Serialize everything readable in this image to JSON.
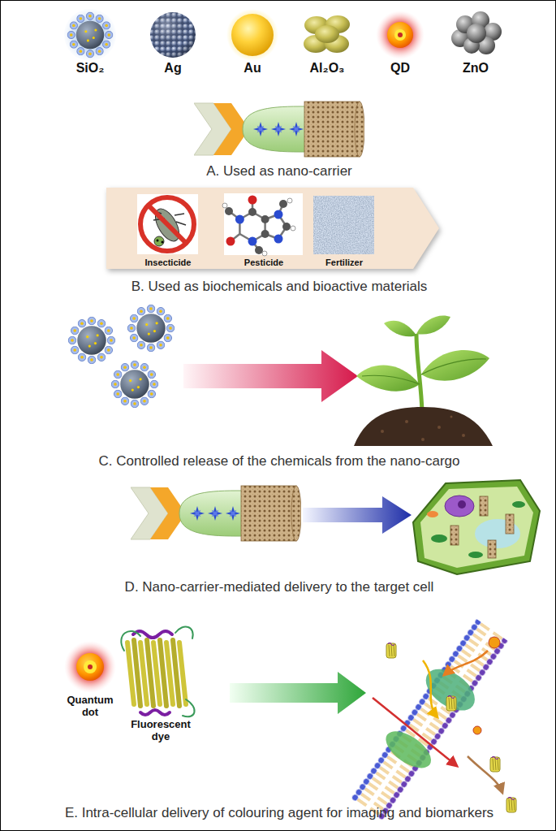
{
  "diagram": {
    "nodes": [
      {
        "text": [
          "B. Used as biochemicals and bioactive materials"
        ]
      },
      {
        "text": [
          "Insecticide"
        ],
        "in": 0
      },
      {
        "text": [
          "Pesticide"
        ],
        "in": 0
      },
      {
        "text": [
          "Fertilizer"
        ],
        "in": 0
      }
    ],
    "labels": [
      "SiO₂",
      "Ag",
      "Au",
      "Al₂O₃",
      "QD",
      "ZnO",
      "A. Used as nano-carrier",
      "C. Controlled release of the chemicals from the nano-cargo",
      "D. Nano-carrier-mediated delivery to the target cell",
      "Quantum dot",
      "Fluorescent dye",
      "E. Intra-cellular delivery of colouring agent for imaging and biomarkers"
    ]
  }
}
